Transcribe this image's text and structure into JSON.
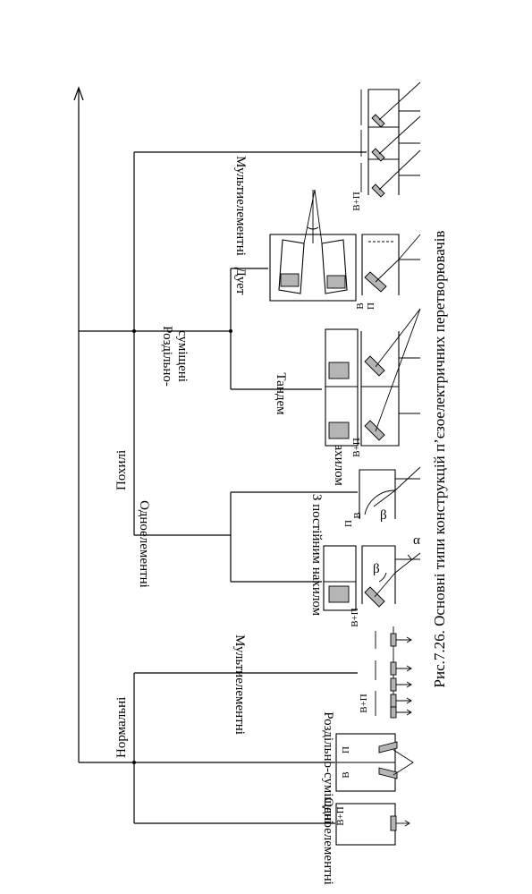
{
  "caption": "Рис.7.26. Основні типи конструкцій п’єзоелектричних перетворювачів",
  "tree": {
    "normal": {
      "label": "Нормальні",
      "children": [
        "Одноелементні",
        "Роздільно-суміщені",
        "Мультиелементні"
      ]
    },
    "inclined": {
      "label": "Похилі",
      "single": {
        "label": "Одноелементні",
        "children": [
          "З постійним нахилом",
          "Із змінним нахилом"
        ]
      },
      "separate": {
        "label_line1": "Роздільно-",
        "label_line2": "суміщені",
        "children": [
          "Тандем",
          "Дует"
        ]
      },
      "multi": {
        "label": "Мультиелементні"
      }
    }
  },
  "symbols": {
    "v_p": "В+П",
    "v": "В",
    "p": "П",
    "alpha": "α",
    "beta": "β"
  }
}
